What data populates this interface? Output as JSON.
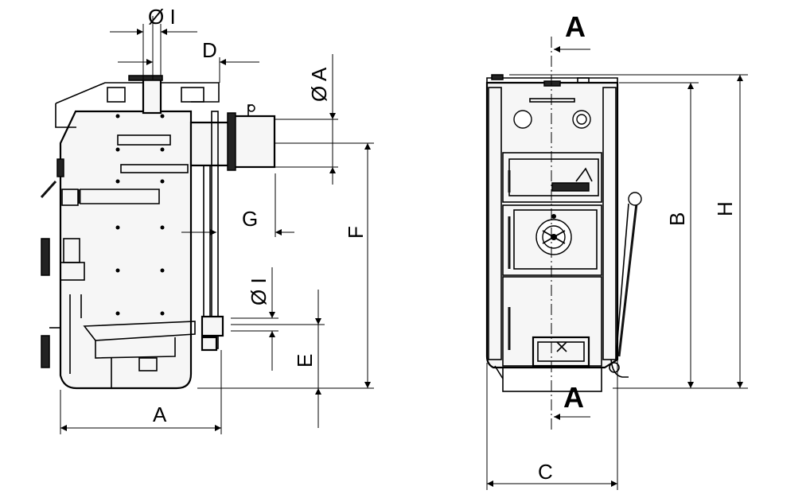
{
  "labels": {
    "diam_i_top": "Ø I",
    "d": "D",
    "diam_a": "Ø A",
    "g": "G",
    "f": "F",
    "diam_i_bottom": "Ø I",
    "e": "E",
    "a_width": "A",
    "section_top": "A",
    "section_bottom": "A",
    "b": "B",
    "h": "H",
    "c": "C"
  }
}
